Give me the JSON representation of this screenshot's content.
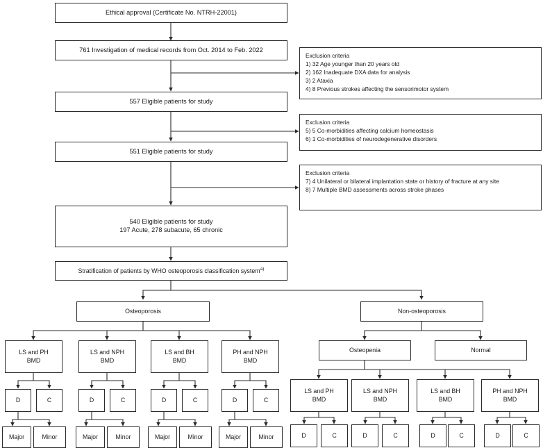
{
  "figure": {
    "type": "flowchart",
    "subject": "Patient selection and stratification flow diagram"
  },
  "flow": {
    "ethical_approval": "Ethical approval (Certificate No. NTRH-22001)",
    "investigation": "761 Investigation of medical records from Oct. 2014 to Feb. 2022",
    "eligible_557": "557 Eligible patients for study",
    "eligible_551": "551 Eligible patients for study",
    "eligible_540_line1": "540 Eligible patients for study",
    "eligible_540_line2": "197 Acute, 278 subacute, 65 chronic",
    "stratification": "Stratification of patients by WHO osteoporosis classification system"
  },
  "exclusions": [
    {
      "heading": "Exclusion criteria",
      "items": [
        "1) 32 Age younger than 20 years old",
        "2) 162 Inadequate DXA data for analysis",
        "3) 2 Ataxia",
        "4) 8 Previous strokes affecting the sensorimotor system"
      ]
    },
    {
      "heading": "Exclusion criteria",
      "items": [
        "5) 5 Co-morbidities affecting calcium homeostasis",
        "6) 1 Co-morbidities of neurodegenerative disorders"
      ]
    },
    {
      "heading": "Exclusion criteria",
      "items": [
        "7) 4 Unilateral or bilateral implantation state or history of fracture at any site",
        "8) 7 Multiple BMD assessments across stroke phases"
      ]
    }
  ],
  "branches": {
    "osteoporosis": "Osteoporosis",
    "non_osteoporosis": "Non-osteoporosis",
    "osteopenia": "Osteopenia",
    "normal": "Normal"
  },
  "bmd_left": [
    {
      "label": "LS and PH\nBMD",
      "children": [
        "D",
        "C"
      ],
      "grandchildren": [
        "Major",
        "Minor"
      ]
    },
    {
      "label": "LS and NPH\nBMD",
      "children": [
        "D",
        "C"
      ],
      "grandchildren": [
        "Major",
        "Minor"
      ]
    },
    {
      "label": "LS and BH\nBMD",
      "children": [
        "D",
        "C"
      ],
      "grandchildren": [
        "Major",
        "Minor"
      ]
    },
    {
      "label": "PH and NPH\nBMD",
      "children": [
        "D",
        "C"
      ],
      "grandchildren": [
        "Major",
        "Minor"
      ]
    }
  ],
  "bmd_right": [
    {
      "label": "LS and PH\nBMD",
      "children": [
        "D",
        "C"
      ]
    },
    {
      "label": "LS and NPH\nBMD",
      "children": [
        "D",
        "C"
      ]
    },
    {
      "label": "LS and BH\nBMD",
      "children": [
        "D",
        "C"
      ]
    },
    {
      "label": "PH and NPH\nBMD",
      "children": [
        "D",
        "C"
      ]
    }
  ],
  "footnote_marker": "a)",
  "colors": {
    "stroke": "#2b2b2b",
    "background": "#ffffff",
    "text": "#1a1a1a"
  }
}
